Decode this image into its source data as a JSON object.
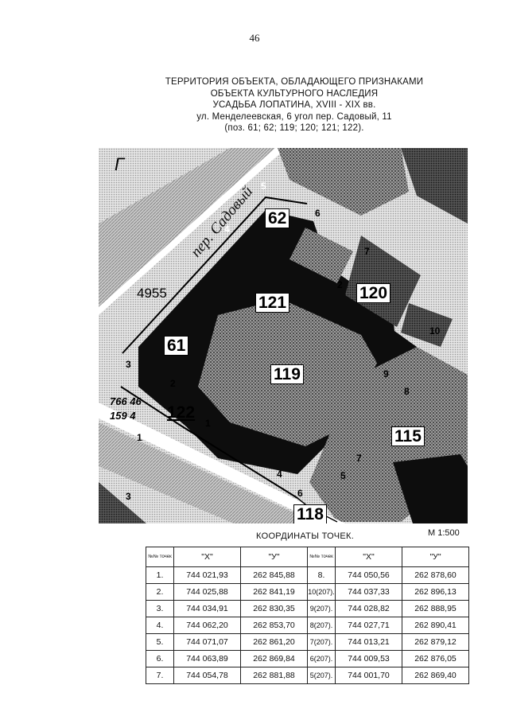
{
  "page_number": "46",
  "title": {
    "line1": "ТЕРРИТОРИЯ ОБЪЕКТА, ОБЛАДАЮЩЕГО ПРИЗНАКАМИ",
    "line2": "ОБЪЕКТА КУЛЬТУРНОГО НАСЛЕДИЯ",
    "line3": "УСАДЬБА ЛОПАТИНА, XVIII - XIX вв.",
    "line4": "ул. Менделеевская, 6 угол пер. Садовый, 11",
    "line5": "(поз. 61; 62; 119; 120; 121; 122)."
  },
  "map": {
    "street_label": "пер. Садовый",
    "block_labels": [
      "62",
      "121",
      "120",
      "61",
      "119",
      "122",
      "115",
      "118"
    ],
    "numbers": [
      "6",
      "7",
      "4955",
      "10",
      "3",
      "2",
      "1",
      "4",
      "5",
      "8",
      "9",
      "1",
      "2",
      "3",
      "4",
      "5",
      "6",
      "7"
    ],
    "parcel_fragments": [
      "Г",
      "766 46",
      "159 4"
    ]
  },
  "coordinates": {
    "heading": "КООРДИНАТЫ ТОЧЕК.",
    "scale": "М 1:500",
    "headers": {
      "num": "№№ точек",
      "x": "\"X\"",
      "y": "\"У\""
    },
    "rows": [
      {
        "n1": "1.",
        "x1": "744 021,93",
        "y1": "262 845,88",
        "n2": "8.",
        "x2": "744 050,56",
        "y2": "262 878,60"
      },
      {
        "n1": "2.",
        "x1": "744 025,88",
        "y1": "262 841,19",
        "n2": "10(207).",
        "x2": "744 037,33",
        "y2": "262 896,13"
      },
      {
        "n1": "3.",
        "x1": "744 034,91",
        "y1": "262 830,35",
        "n2": "9(207).",
        "x2": "744 028,82",
        "y2": "262 888,95"
      },
      {
        "n1": "4.",
        "x1": "744 062,20",
        "y1": "262 853,70",
        "n2": "8(207).",
        "x2": "744 027,71",
        "y2": "262 890,41"
      },
      {
        "n1": "5.",
        "x1": "744 071,07",
        "y1": "262 861,20",
        "n2": "7(207).",
        "x2": "744 013,21",
        "y2": "262 879,12"
      },
      {
        "n1": "6.",
        "x1": "744 063,89",
        "y1": "262 869,84",
        "n2": "6(207).",
        "x2": "744 009,53",
        "y2": "262 876,05"
      },
      {
        "n1": "7.",
        "x1": "744 054,78",
        "y1": "262 881,88",
        "n2": "5(207).",
        "x2": "744 001,70",
        "y2": "262 869,40"
      }
    ]
  }
}
